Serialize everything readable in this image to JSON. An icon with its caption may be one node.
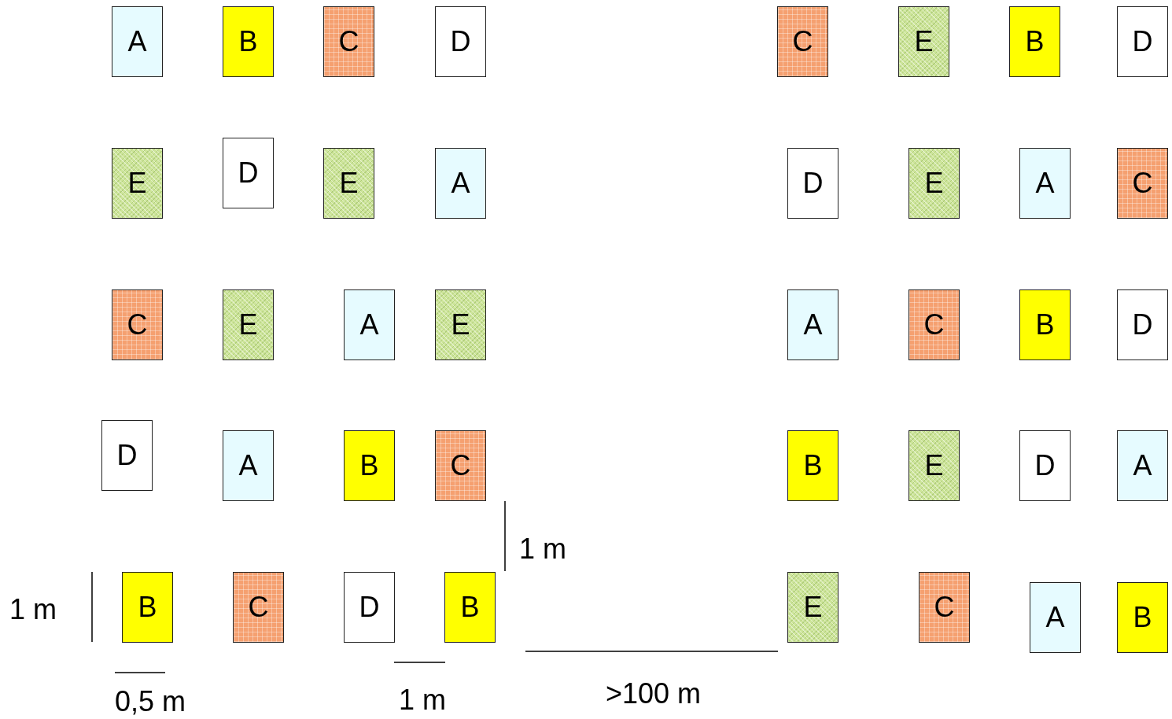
{
  "diagram": {
    "nodes": [
      {
        "text": [
          "A"
        ]
      },
      {
        "text": [
          "B"
        ]
      },
      {
        "text": [
          "C"
        ]
      },
      {
        "text": [
          "D"
        ]
      },
      {
        "text": [
          "C"
        ]
      },
      {
        "text": [
          "E"
        ]
      },
      {
        "text": [
          "B"
        ]
      },
      {
        "text": [
          "D"
        ]
      },
      {
        "text": [
          "E"
        ]
      },
      {
        "text": [
          "D"
        ]
      },
      {
        "text": [
          "E"
        ]
      },
      {
        "text": [
          "A"
        ]
      },
      {
        "text": [
          "D"
        ]
      },
      {
        "text": [
          "E"
        ]
      },
      {
        "text": [
          "A"
        ]
      },
      {
        "text": [
          "C"
        ]
      },
      {
        "text": [
          "C"
        ]
      },
      {
        "text": [
          "E"
        ]
      },
      {
        "text": [
          "A"
        ]
      },
      {
        "text": [
          "E"
        ]
      },
      {
        "text": [
          "A"
        ]
      },
      {
        "text": [
          "C"
        ]
      },
      {
        "text": [
          "B"
        ]
      },
      {
        "text": [
          "D"
        ]
      },
      {
        "text": [
          "D"
        ]
      },
      {
        "text": [
          "A"
        ]
      },
      {
        "text": [
          "B"
        ]
      },
      {
        "text": [
          "C"
        ]
      },
      {
        "text": [
          "B"
        ]
      },
      {
        "text": [
          "E"
        ]
      },
      {
        "text": [
          "D"
        ]
      },
      {
        "text": [
          "A"
        ]
      },
      {
        "text": [
          "B"
        ]
      },
      {
        "text": [
          "C"
        ]
      },
      {
        "text": [
          "D"
        ]
      },
      {
        "text": [
          "B"
        ]
      },
      {
        "text": [
          "E"
        ]
      },
      {
        "text": [
          "C"
        ]
      },
      {
        "text": [
          "A"
        ]
      },
      {
        "text": [
          "B"
        ]
      }
    ],
    "labels": [
      "1 m",
      "1 m",
      "0,5 m",
      "1 m",
      ">100 m"
    ]
  }
}
